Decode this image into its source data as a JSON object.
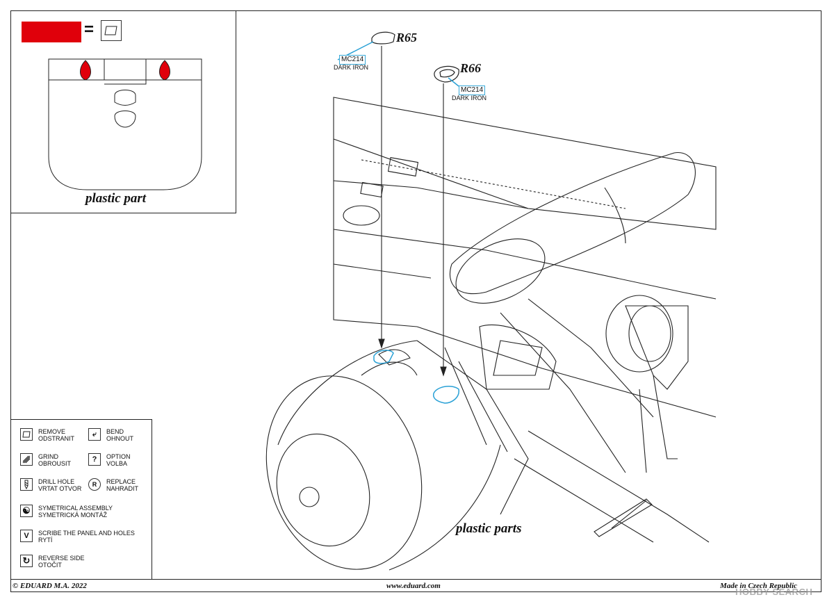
{
  "inset": {
    "swatch_color": "#e0000b",
    "equals": "=",
    "remove_icon": "remove-icon",
    "caption": "plastic part"
  },
  "parts": [
    {
      "ref": "R65",
      "code": "MC214",
      "paint": "DARK IRON"
    },
    {
      "ref": "R66",
      "code": "MC214",
      "paint": "DARK IRON"
    }
  ],
  "main_caption": "plastic parts",
  "legend": [
    {
      "icon": "remove-icon",
      "glyph": "",
      "en": "REMOVE",
      "cz": "ODSTRANIT"
    },
    {
      "icon": "bend-icon",
      "glyph": "⤶",
      "en": "BEND",
      "cz": "OHNOUT"
    },
    {
      "icon": "grind-icon",
      "glyph": "",
      "en": "GRIND",
      "cz": "OBROUSIT"
    },
    {
      "icon": "option-icon",
      "glyph": "?",
      "en": "OPTION",
      "cz": "VOLBA"
    },
    {
      "icon": "drill-hole-icon",
      "glyph": "",
      "en": "DRILL HOLE",
      "cz": "VRTAT OTVOR"
    },
    {
      "icon": "replace-icon",
      "glyph": "R",
      "en": "REPLACE",
      "cz": "NAHRADIT"
    },
    {
      "icon": "symmetrical-icon",
      "glyph": "☯",
      "en": "SYMETRICAL ASSEMBLY",
      "cz": "SYMETRICKÁ MONTÁŽ"
    },
    {
      "icon": "scribe-icon",
      "glyph": "V",
      "en": "SCRIBE THE PANEL AND HOLES",
      "cz": "RYTÍ"
    },
    {
      "icon": "reverse-side-icon",
      "glyph": "↻",
      "en": "REVERSE SIDE",
      "cz": "OTOČIT"
    }
  ],
  "footer": {
    "copyright": "© EDUARD  M.A. 2022",
    "website": "www.eduard.com",
    "made_in": "Made in Czech Republic",
    "watermark": "HOBBY SEARCH"
  }
}
